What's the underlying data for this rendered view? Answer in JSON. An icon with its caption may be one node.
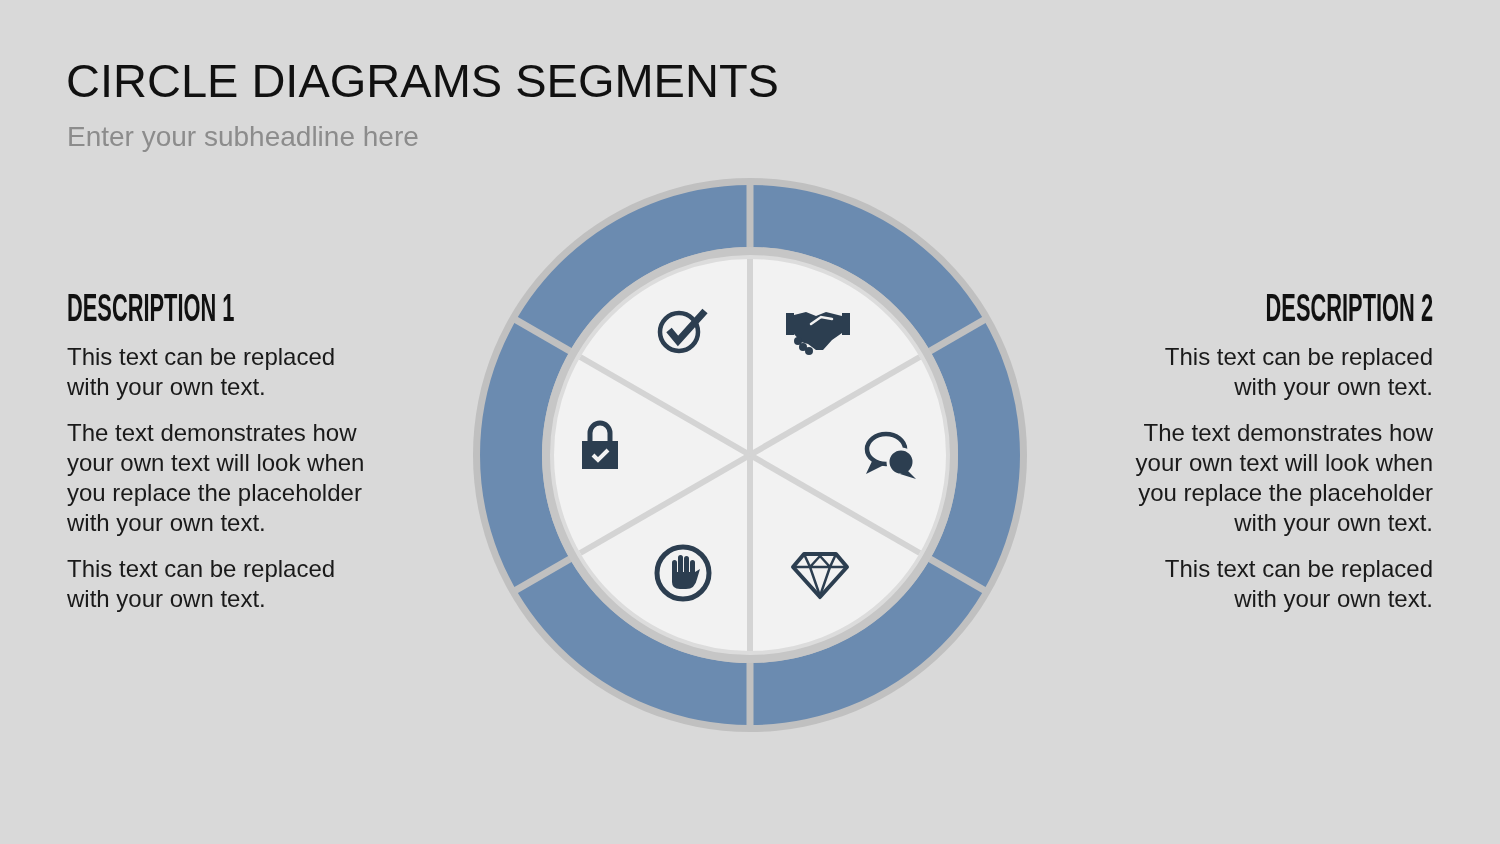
{
  "diagram": {
    "title": "CIRCLE DIAGRAMS SEGMENTS",
    "labels": [
      "Enter your subheadline here",
      "DESCRIPTION 1",
      "This text can be replaced with your own text.",
      "The text demonstrates how your own text will look when you replace the placeholder with your own text.",
      "This text can be replaced with your own text.",
      "DESCRIPTION 2",
      "This text can be replaced with your own text.",
      "The text demonstrates how your own text will look when you replace the placeholder with your own text.",
      "This text can be replaced with your own text."
    ]
  }
}
